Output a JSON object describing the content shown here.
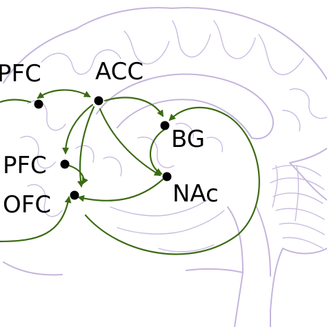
{
  "labels": {
    "pfc_top": "PFC",
    "acc": "ACC",
    "bg": "BG",
    "pfc_mid": "PFC",
    "nac": "NAc",
    "ofc": "OFC"
  },
  "colors": {
    "brain_outline": "#c4b4dc",
    "arrow": "#3b6b12",
    "node": "#000000",
    "text": "#000000",
    "background": "#ffffff"
  }
}
